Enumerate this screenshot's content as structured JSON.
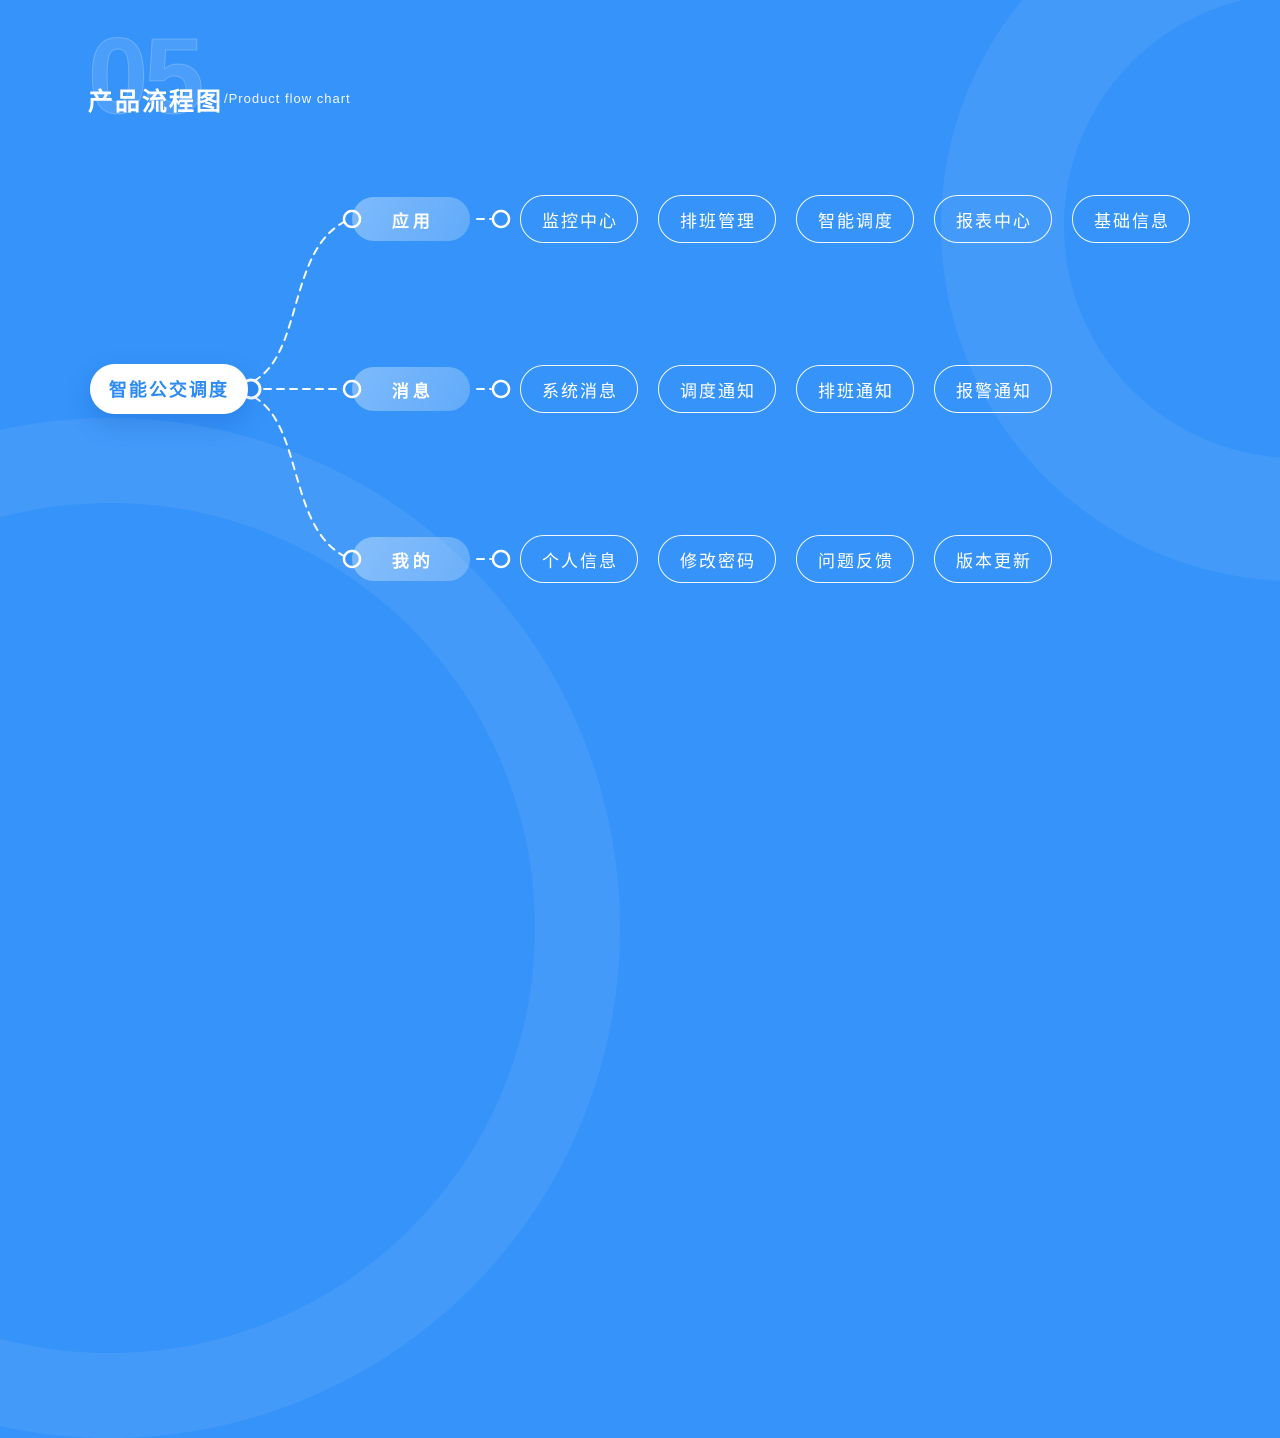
{
  "header": {
    "index_number": "05",
    "title": "产品流程图",
    "subtitle": "/Product flow chart"
  },
  "colors": {
    "background": "#3593f9",
    "root_text_blue": "#2e8bf2",
    "node_outline": "#ffffff",
    "decor_ring": "rgba(255,255,255,0.07)"
  },
  "tree": {
    "root": {
      "label": "智能公交调度"
    },
    "branches": [
      {
        "label": "应用",
        "children": [
          "监控中心",
          "排班管理",
          "智能调度",
          "报表中心",
          "基础信息"
        ]
      },
      {
        "label": "消息",
        "children": [
          "系统消息",
          "调度通知",
          "排班通知",
          "报警通知"
        ]
      },
      {
        "label": "我的",
        "children": [
          "个人信息",
          "修改密码",
          "问题反馈",
          "版本更新"
        ]
      }
    ]
  }
}
